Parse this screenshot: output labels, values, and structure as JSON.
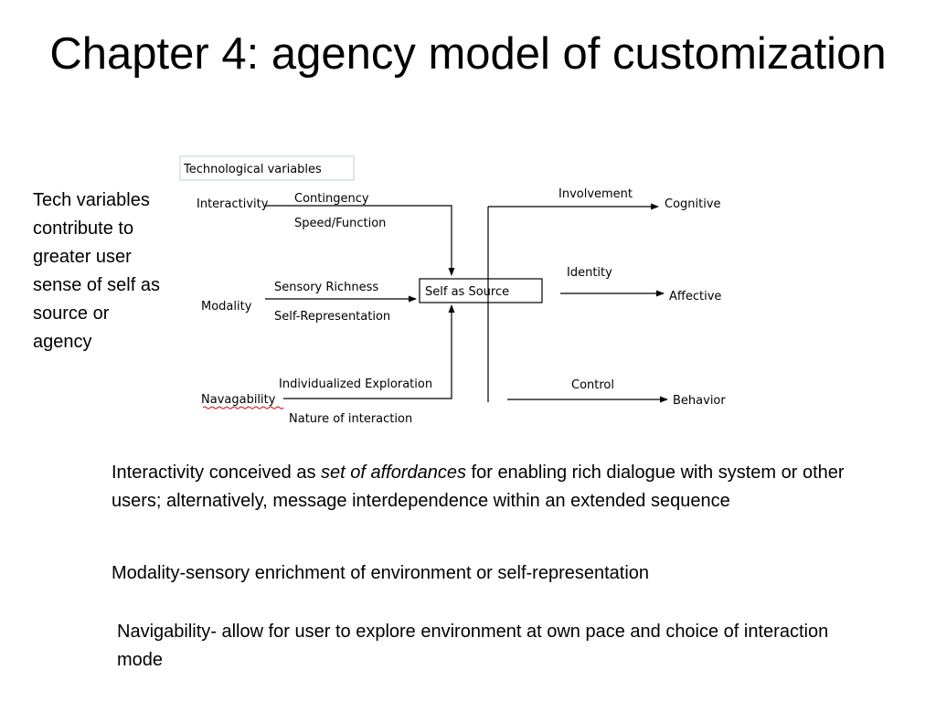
{
  "slide": {
    "title": "Chapter 4:  agency model of customization",
    "side_note": "Tech variables contribute to greater user sense of self as source or agency"
  },
  "diagram": {
    "header": "Technological variables",
    "inputs": [
      {
        "name": "Interactivity",
        "features": [
          "Contingency",
          "Speed/Function"
        ]
      },
      {
        "name": "Modality",
        "features": [
          "Sensory Richness",
          "Self-Representation"
        ]
      },
      {
        "name": "Navagability",
        "features": [
          "Individualized Exploration",
          "Nature of interaction"
        ]
      }
    ],
    "center": "Self as Source",
    "outputs": [
      {
        "mediator": "Involvement",
        "outcome": "Cognitive"
      },
      {
        "mediator": "Identity",
        "outcome": "Affective"
      },
      {
        "mediator": "Control",
        "outcome": "Behavior"
      }
    ]
  },
  "paragraphs": {
    "p1_pre": "Interactivity conceived as ",
    "p1_italic": "set of affordances",
    "p1_post": " for enabling rich dialogue with system or other users; alternatively, message interdependence within an extended sequence",
    "p2": "Modality-sensory enrichment of environment or self-representation",
    "p3": "Navigability- allow for user to explore environment at own pace and choice of interaction mode"
  }
}
